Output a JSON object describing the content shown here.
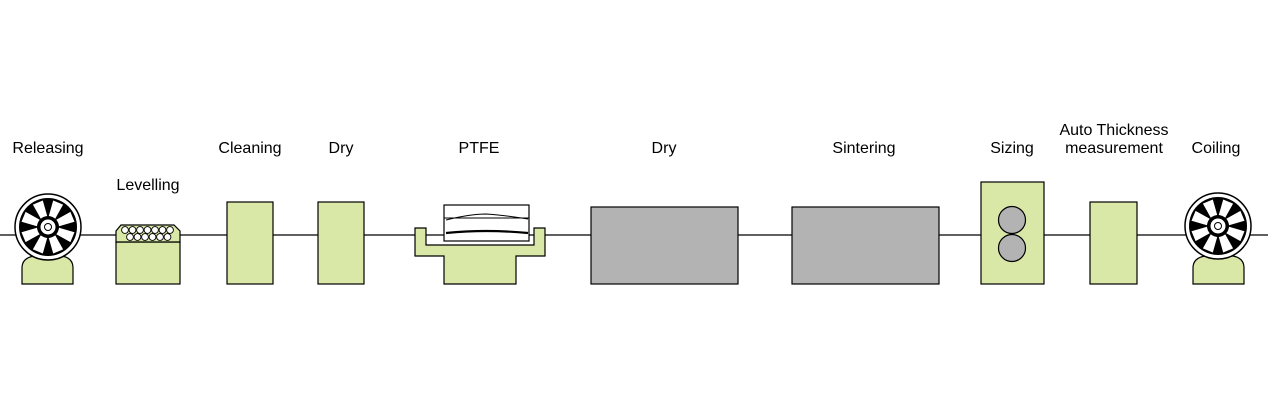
{
  "colors": {
    "machine_fill": "#d9e8a6",
    "oven_fill": "#b3b3b3",
    "roller_fill": "#b3b3b3",
    "stroke": "#000000",
    "background": "#ffffff"
  },
  "stations": {
    "releasing": "Releasing",
    "levelling": "Levelling",
    "cleaning": "Cleaning",
    "dry1": "Dry",
    "ptfe": "PTFE",
    "dry2": "Dry",
    "sintering": "Sintering",
    "sizing": "Sizing",
    "thickness": "Auto Thickness\nmeasurement",
    "coiling": "Coiling"
  },
  "icons": {
    "releasing": "reel-icon",
    "coiling": "reel-icon",
    "levelling": "roller-leveller-icon",
    "ptfe": "coating-bath-icon",
    "sizing": "sizing-rollers-icon"
  }
}
